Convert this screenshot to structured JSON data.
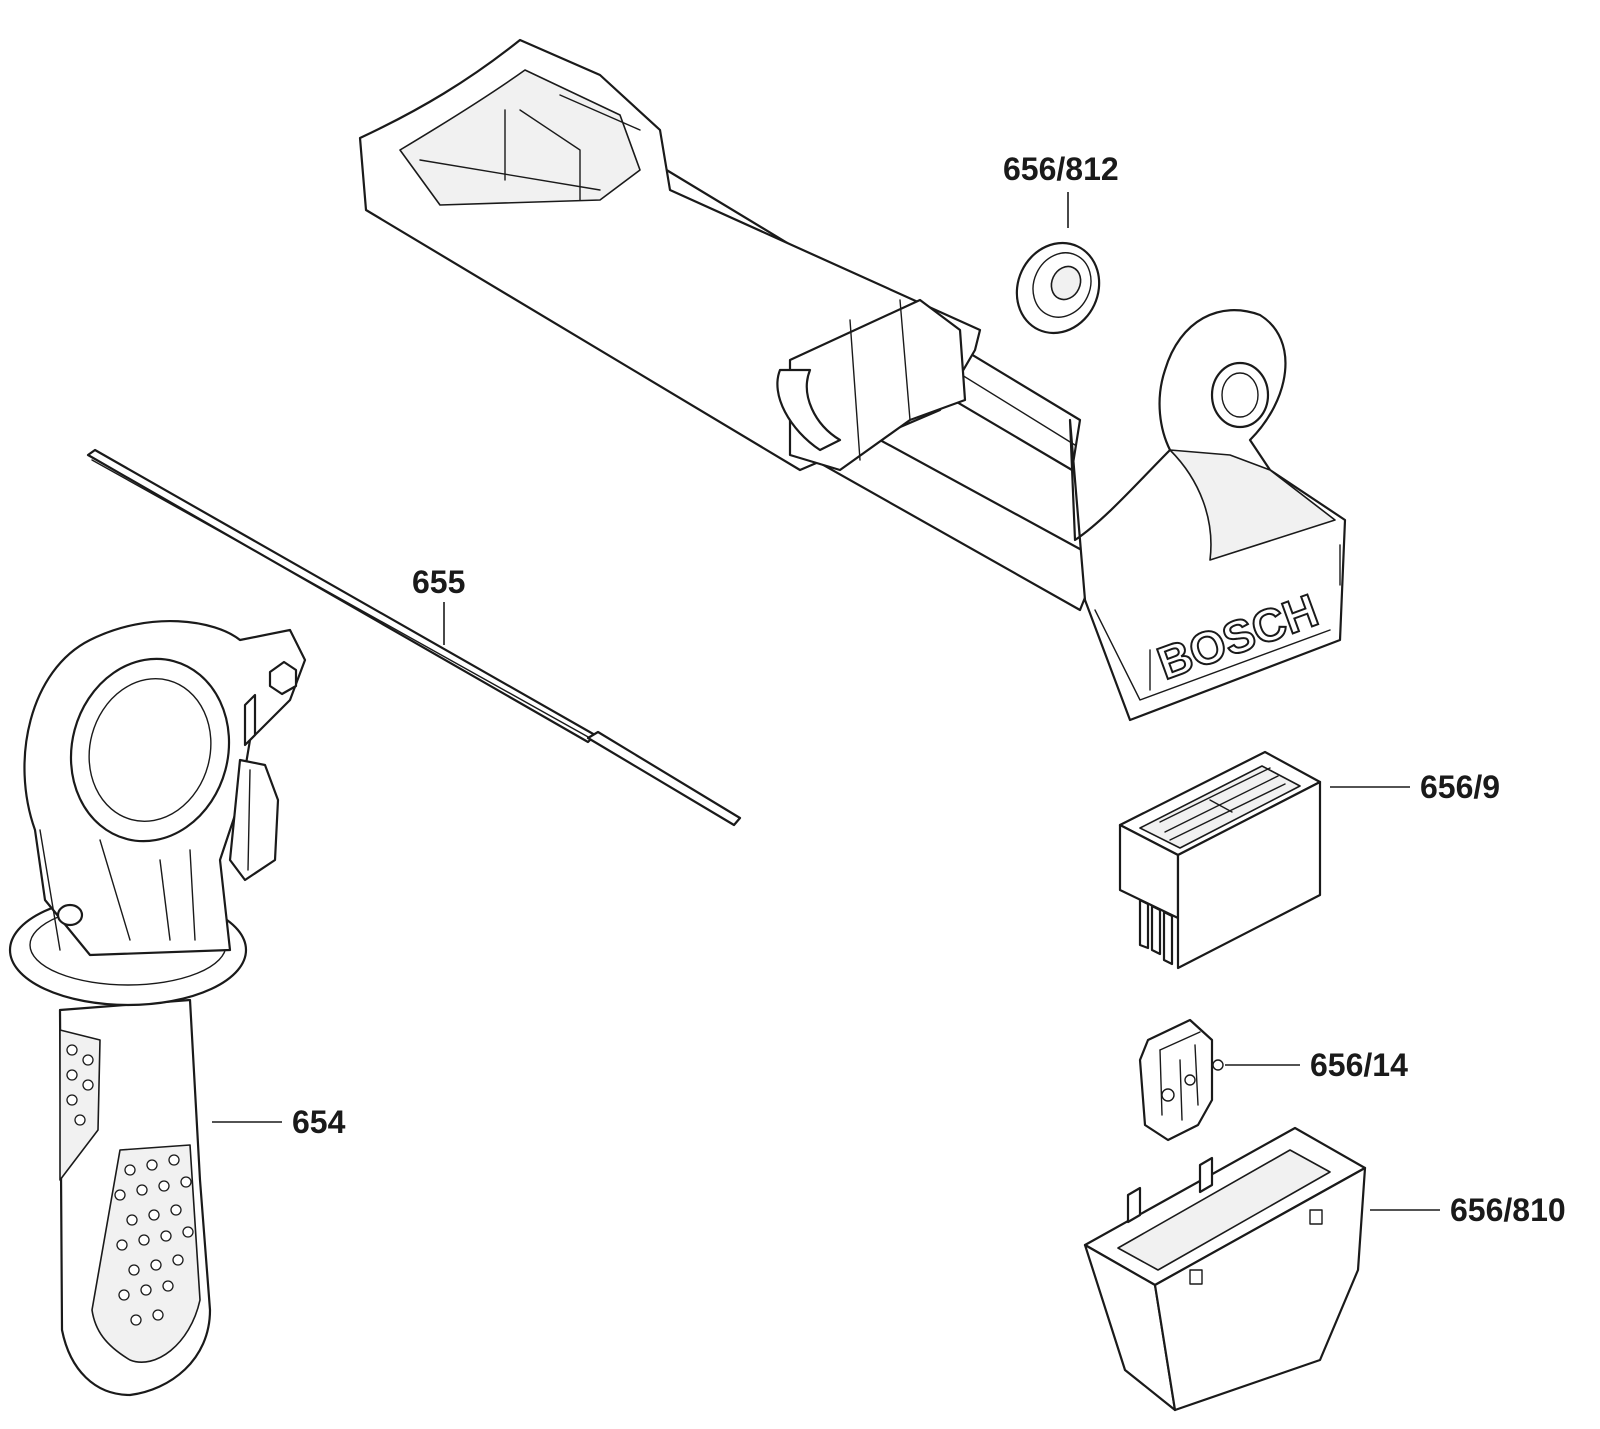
{
  "diagram": {
    "brand_text": "BOSCH",
    "callouts": [
      {
        "id": "656-812",
        "label": "656/812"
      },
      {
        "id": "655",
        "label": "655"
      },
      {
        "id": "656-9",
        "label": "656/9"
      },
      {
        "id": "656-14",
        "label": "656/14"
      },
      {
        "id": "654",
        "label": "654"
      },
      {
        "id": "656-810",
        "label": "656/810"
      }
    ]
  }
}
